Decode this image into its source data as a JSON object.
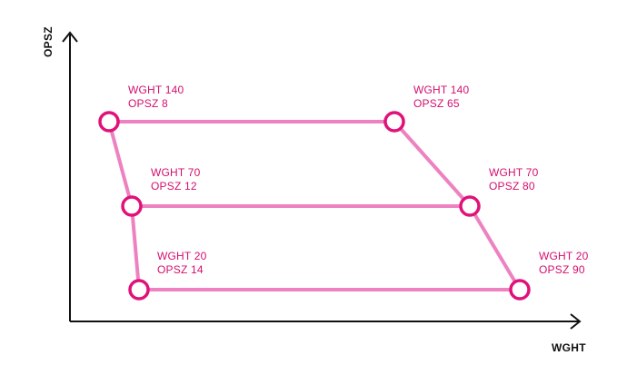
{
  "axes": {
    "x_label": "WGHT",
    "y_label": "OPSZ"
  },
  "colors": {
    "edge": "#ee82c0",
    "node": "#e0127a",
    "label": "#d40f6f",
    "axis": "#111111"
  },
  "nodes": [
    {
      "id": "w140-o8",
      "line1": "WGHT 140",
      "line2": "OPSZ 8"
    },
    {
      "id": "w140-o65",
      "line1": "WGHT 140",
      "line2": "OPSZ 65"
    },
    {
      "id": "w70-o12",
      "line1": "WGHT 70",
      "line2": "OPSZ 12"
    },
    {
      "id": "w70-o80",
      "line1": "WGHT 70",
      "line2": "OPSZ 80"
    },
    {
      "id": "w20-o14",
      "line1": "WGHT 20",
      "line2": "OPSZ 14"
    },
    {
      "id": "w20-o90",
      "line1": "WGHT 20",
      "line2": "OPSZ 90"
    }
  ],
  "edges": [
    [
      "w140-o8",
      "w140-o65"
    ],
    [
      "w70-o12",
      "w70-o80"
    ],
    [
      "w20-o14",
      "w20-o90"
    ],
    [
      "w140-o8",
      "w70-o12"
    ],
    [
      "w70-o12",
      "w20-o14"
    ],
    [
      "w140-o65",
      "w70-o80"
    ],
    [
      "w70-o80",
      "w20-o90"
    ]
  ]
}
